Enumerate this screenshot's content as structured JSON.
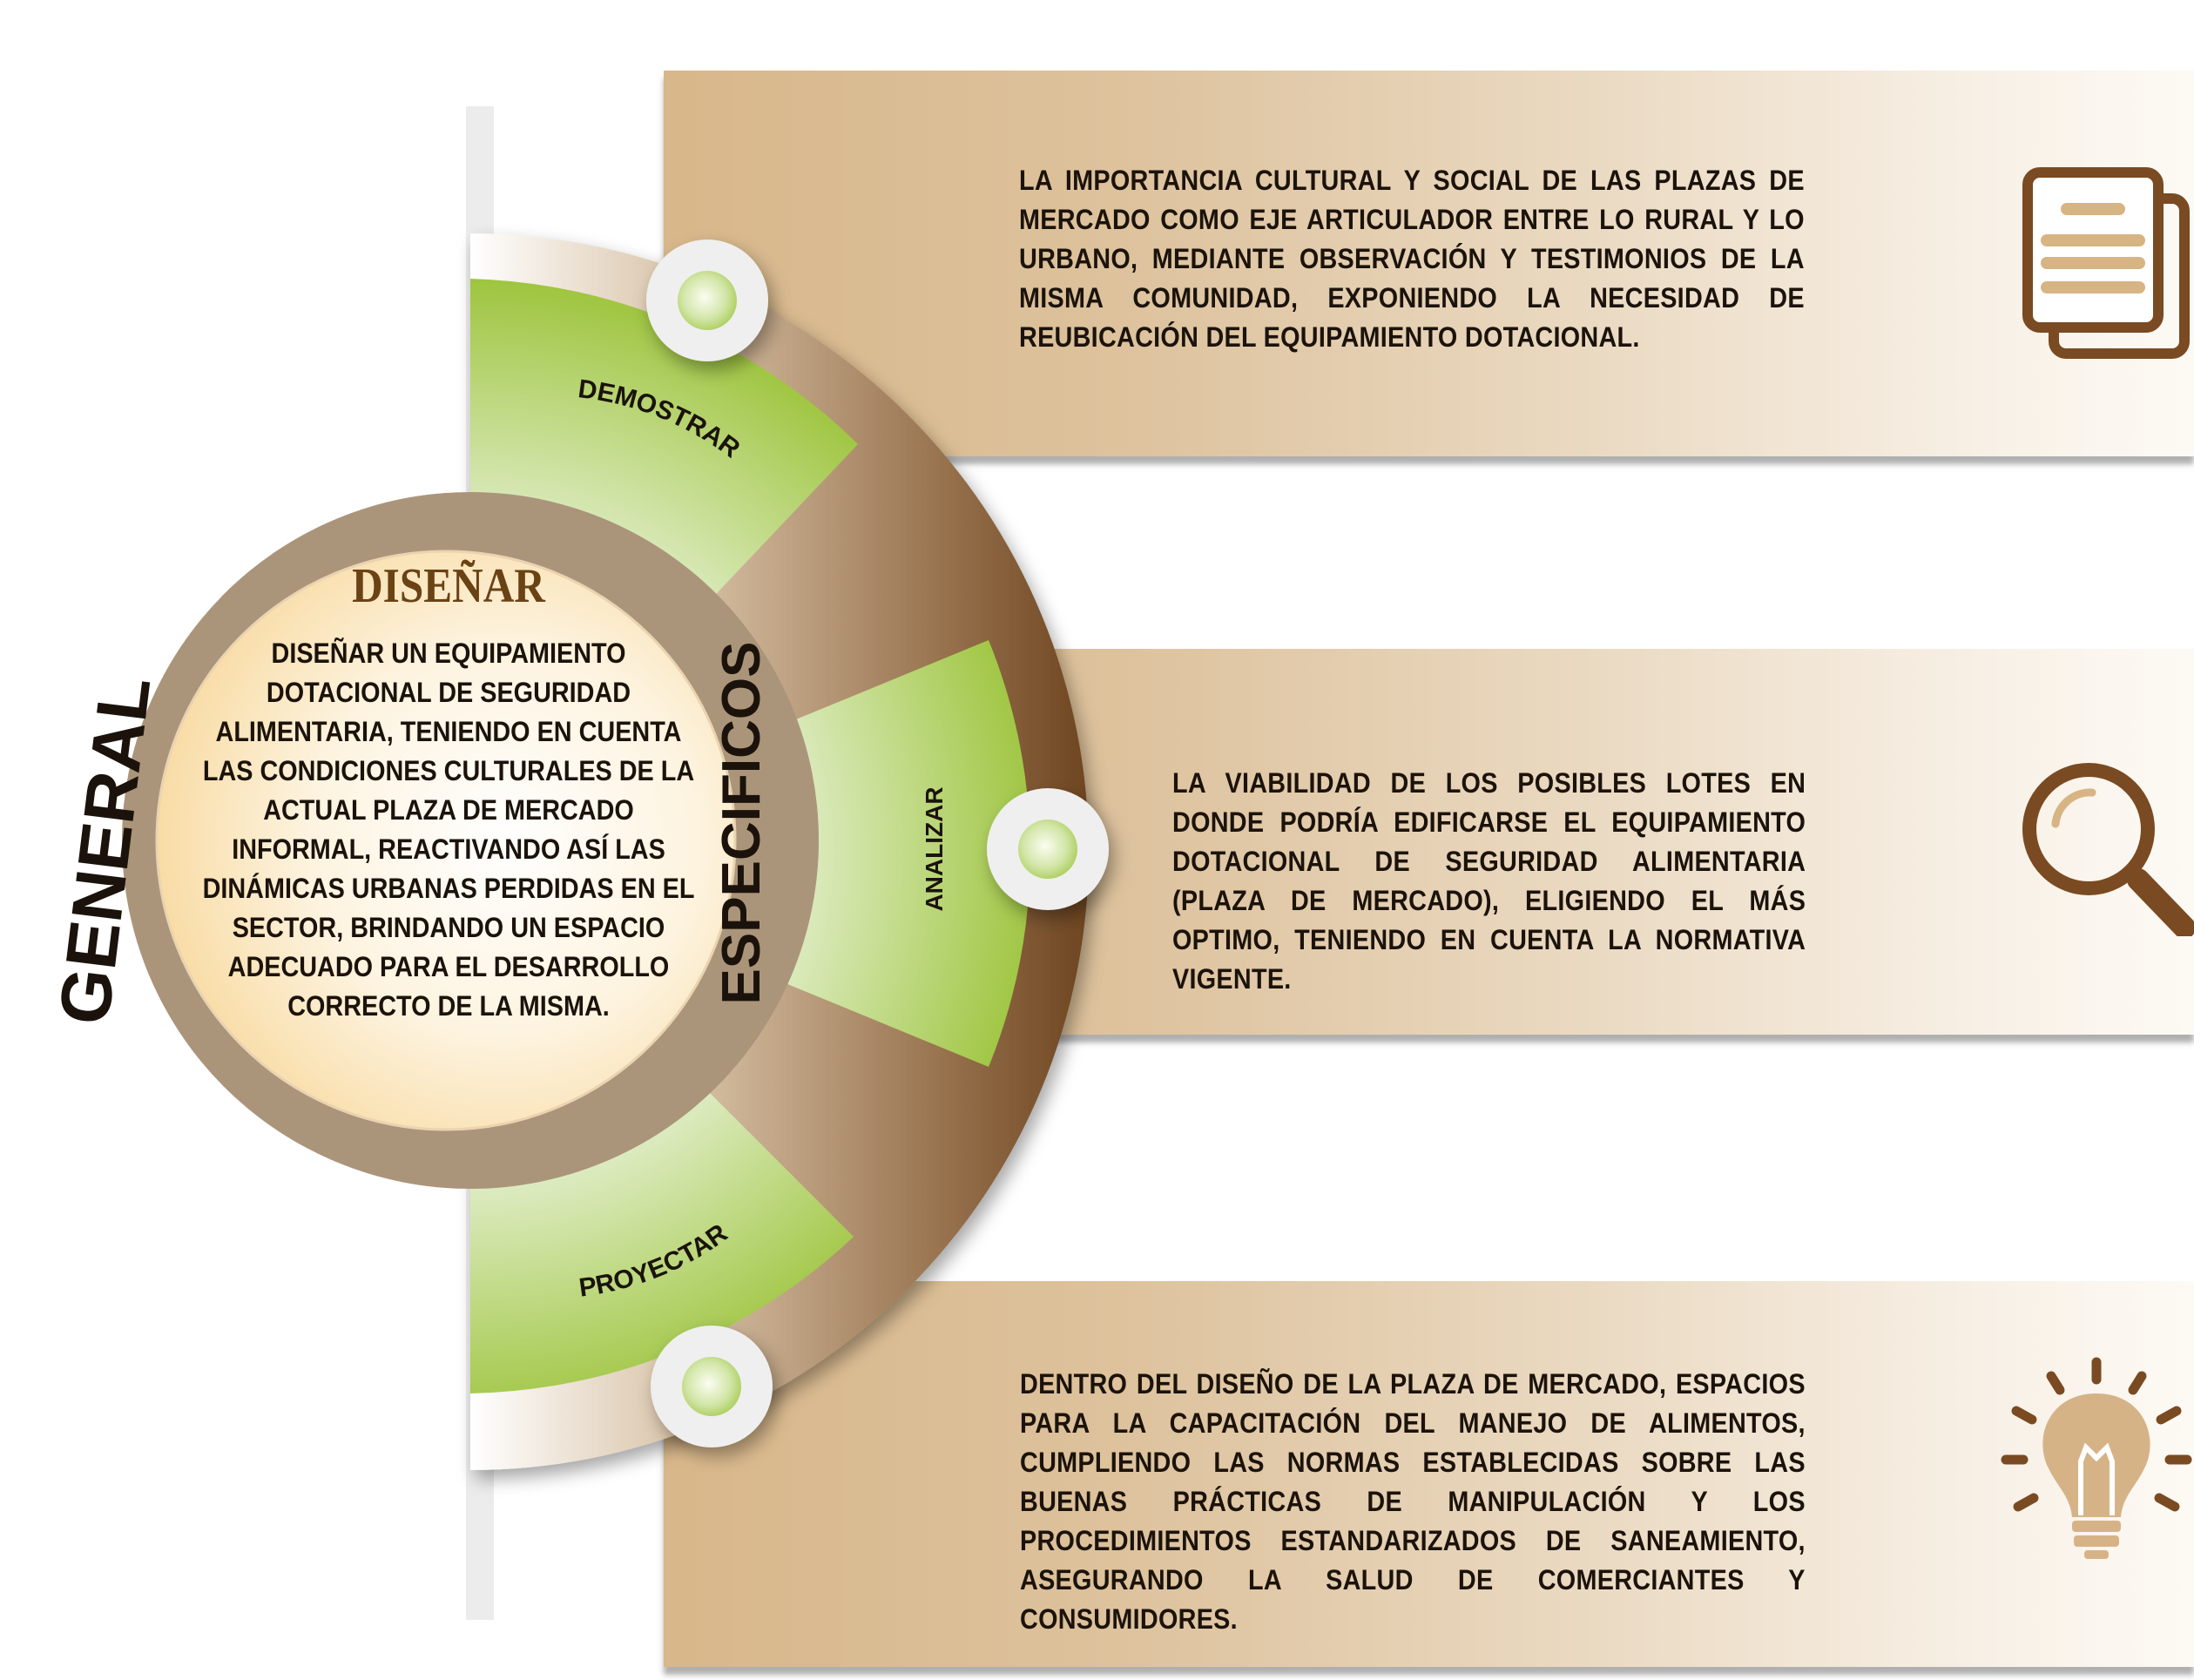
{
  "diagram": {
    "general_label": "GENERAL",
    "especificos_label": "ESPECIFICOS",
    "general": {
      "title": "DISEÑAR",
      "body": "DISEÑAR UN EQUIPAMIENTO DOTACIONAL DE SEGURIDAD ALIMENTARIA, TENIENDO EN CUENTA LAS CONDICIONES CULTURALES DE LA ACTUAL PLAZA DE MERCADO INFORMAL, REACTIVANDO ASÍ LAS DINÁMICAS URBANAS PERDIDAS EN EL SECTOR, BRINDANDO UN ESPACIO ADECUADO PARA EL DESARROLLO CORRECTO DE LA MISMA."
    },
    "specifics": [
      {
        "label": "DEMOSTRAR",
        "text": "LA IMPORTANCIA CULTURAL Y SOCIAL DE LAS PLAZAS DE MERCADO COMO EJE ARTICULADOR ENTRE LO RURAL Y LO URBANO, MEDIANTE OBSERVACIÓN Y TESTIMONIOS DE LA MISMA COMUNIDAD, EXPONIENDO LA NECESIDAD DE REUBICACIÓN DEL EQUIPAMIENTO DOTACIONAL.",
        "icon": "document-icon"
      },
      {
        "label": "ANALIZAR",
        "text": "LA VIABILIDAD DE LOS POSIBLES LOTES EN DONDE PODRÍA EDIFICARSE EL EQUIPAMIENTO DOTACIONAL DE SEGURIDAD ALIMENTARIA (PLAZA DE MERCADO), ELIGIENDO EL MÁS OPTIMO, TENIENDO EN CUENTA LA NORMATIVA VIGENTE.",
        "icon": "magnifier-icon"
      },
      {
        "label": "PROYECTAR",
        "text": "DENTRO DEL DISEÑO DE LA PLAZA DE MERCADO, ESPACIOS PARA LA CAPACITACIÓN DEL MANEJO DE ALIMENTOS, CUMPLIENDO LAS NORMAS ESTABLECIDAS SOBRE LAS BUENAS PRÁCTICAS DE MANIPULACIÓN Y LOS PROCEDIMIENTOS ESTANDARIZADOS DE SANEAMIENTO, ASEGURANDO LA SALUD DE COMERCIANTES Y CONSUMIDORES.",
        "icon": "lightbulb-icon"
      }
    ]
  },
  "colors": {
    "brown_dark": "#6e4520",
    "brown_mid": "#8b6a47",
    "tan": "#d8b78a",
    "green": "#9dc43c",
    "green_light": "#e9f3d6",
    "text": "#1b130b"
  }
}
